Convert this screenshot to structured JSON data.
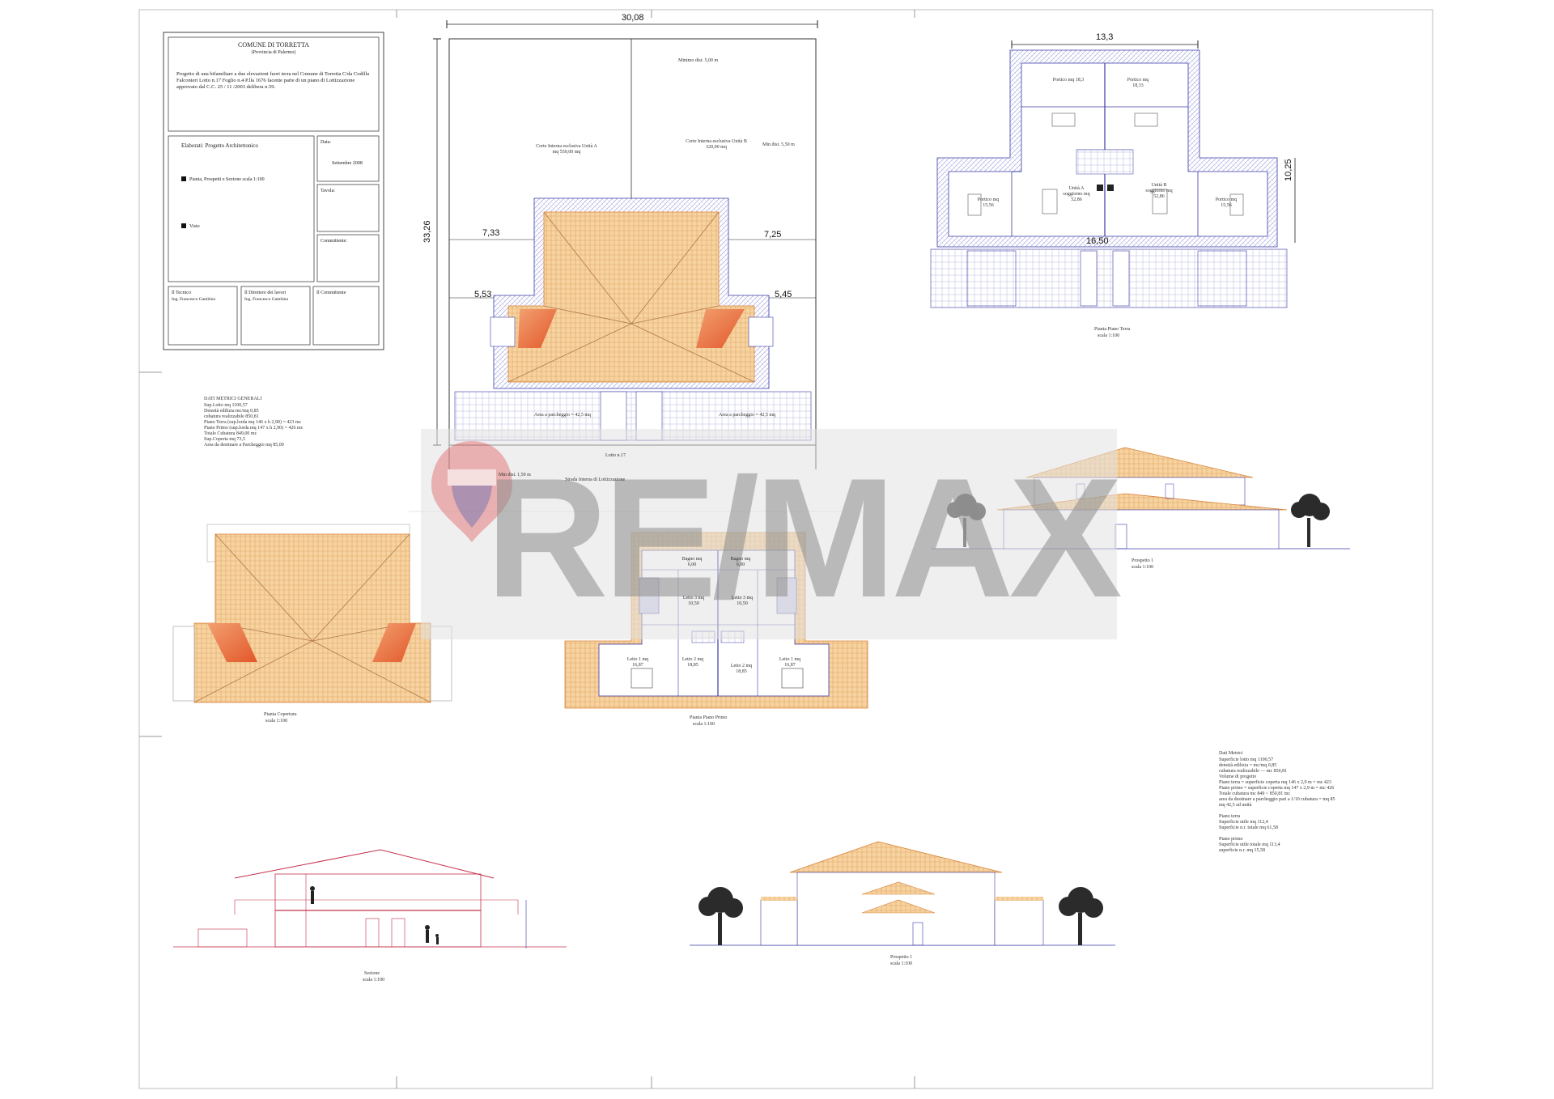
{
  "title_block": {
    "comune": "COMUNE DI TORRETTA",
    "provincia": "(Provincia di Palermo)",
    "description": "Progetto di una bifamiliare a due elevazioni fuori terra nel Comune di Torretta C/da Codilla Falconieri Lotto n.17 Foglio n.4 P.lla 1676 facente parte di un piano di Lottizzazione approvato dal C.C. 25 / 11 /2003 delibera n.59.",
    "elaborati_label": "Elaborati: Progetto Architettonico",
    "item1": "Pianta, Prospetti e Sezione scala 1:100",
    "item2": "Visto",
    "data_label": "Data:",
    "data_value": "Settembre 2008",
    "tavola_label": "Tavola:",
    "committente_label": "Committente:",
    "tecnico_label": "Il Tecnico",
    "tecnico_name": "Ing. Francesco Gambino",
    "direttore_label": "Il Direttore dei lavori",
    "direttore_name": "Ing. Francesco Gambino",
    "committente2_label": "Il Committente"
  },
  "dimensions": {
    "site_width": "30,08",
    "site_height": "33,26",
    "left_setback": "7,33",
    "right_setback": "7,25",
    "left_inner": "5,53",
    "right_inner": "5,45",
    "ground_width": "13,3",
    "ground_height": "10,25",
    "ground_base": "16,50"
  },
  "site_labels": {
    "dist_top": "Minimo dist. 5,00 m",
    "corte_a": "Corte Interna esclusiva Unità A mq 550,00 mq",
    "corte_b": "Corte Interna esclusiva Unità B 320,00 mq",
    "dist_right": "Min dist. 5,50 m",
    "parking_a": "Area a parcheggio = 42,5 mq",
    "parking_b": "Area a parcheggio = 42,5 mq",
    "lotto": "Lotto n.17",
    "dist_bottom": "Min dist. 1,50 m",
    "road": "Strada Interna di Lottizzazione"
  },
  "dati_metrici": {
    "heading": "DATI METRICI GENERALI",
    "lines": [
      "Sup.Lotto mq 1100,57",
      "Densità edilizia mc/mq 0,85",
      "cubatura realizzabile 850,81",
      "Piano Terra (sup.lorda mq 146 x h 2,90) = 423 mc",
      "Piano Primo (sup.lorda mq 147 x h 2,90) = 426 mc",
      "Totale Cubatura 849,00 mc",
      "Sup.Coperta mq 73,5",
      "Area da destinare a Parcheggio mq 85,00"
    ]
  },
  "ground_floor": {
    "portico_tl": "Portico mq 18,3",
    "portico_tr": "Portico mq 18,33",
    "portico_l": "Portico mq 15,56",
    "portico_r": "Portico mq 15,56",
    "living_a": "Unità A soggiorno mq 52,86",
    "living_b": "Unità B soggiorno mq 52,86",
    "caption": "Pianta Piano Terra",
    "scale": "scala 1:100"
  },
  "first_floor": {
    "bagno_a": "Bagno mq 6,00",
    "bagno_b": "Bagno mq 6,00",
    "letto_a3": "Letto 3 mq 10,50",
    "letto_b3": "Letto 3 mq 10,50",
    "letto_a1": "Letto 1 mq 16,87",
    "letto_b1": "Letto 1 mq 16,87",
    "letto_a2": "Letto 2 mq 18,85",
    "letto_b2": "Letto 2 mq 18,85",
    "caption": "Pianta Piano Primo",
    "scale": "scala 1:100"
  },
  "roof": {
    "caption": "Pianta Copertura",
    "scale": "scala 1:100"
  },
  "prospetto_top": {
    "caption": "Prospetto 1",
    "scale": "scala 1:100"
  },
  "prospetto_bottom": {
    "caption": "Prospetto 1",
    "scale": "scala 1:100"
  },
  "sezione": {
    "caption": "Sezione",
    "scale": "scala 1:100"
  },
  "dati_metrici_2": {
    "heading": "Dati Metrici",
    "lines": [
      "Superficie lotto mq 1100,57",
      "densità edilizia = mc/mq 0,85",
      "cubatura realizzabile — mc 850,81",
      "Volume di progetto",
      "Piano terra = superficie coperta mq 146 x 2,9 m = mc 423",
      "Piano primo = superficie coperta mq 147 x 2,9 m = mc 426",
      "Totale cubatura mc 849 < 850,81 mc",
      "area da destinare a parcheggio pari a 1/10 cubatura = mq 85",
      "mq 42,5 ad unità",
      "",
      "Piano terra",
      "Superficie utile mq 112,4",
      "Superficie n.r. totale mq 61,58",
      "",
      "Piano primo",
      "Superficie utile totale mq 113,4",
      "superficie n.r. mq 15,58"
    ]
  },
  "colors": {
    "roof_fill": "#f5c98a",
    "roof_stroke": "#d9823a",
    "plan_stroke": "#3a3aa8",
    "wall_hatch": "#9a9ad8",
    "section_stroke": "#c4304a",
    "tree": "#2b2b2b"
  },
  "watermark": "RE/MAX"
}
